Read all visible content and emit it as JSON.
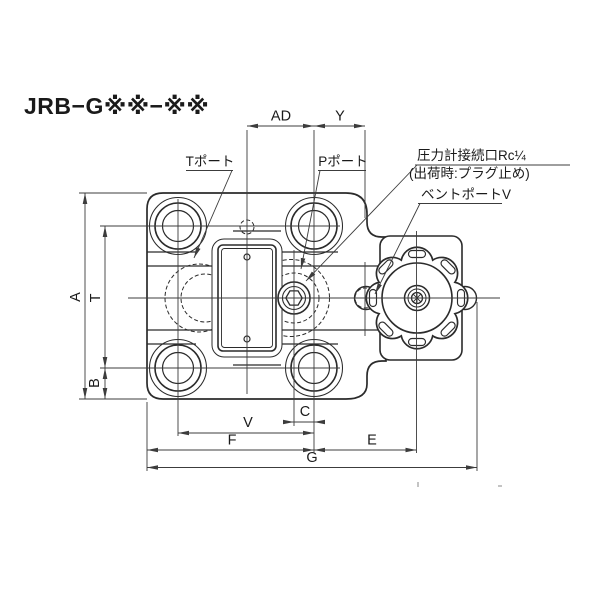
{
  "title": "JRB−G※※−※※",
  "labels": {
    "t_port": "Tポート",
    "p_port": "Pポート",
    "gauge_port": "圧力計接続口Rc¼",
    "gauge_note": "(出荷時:プラグ止め)",
    "vent_port": "ベントポートV"
  },
  "dims": {
    "ad": "AD",
    "y": "Y",
    "a": "A",
    "t": "T",
    "b": "B",
    "c": "C",
    "v": "V",
    "f": "F",
    "e": "E",
    "g": "G"
  },
  "colors": {
    "object_line": "#2b2b2b",
    "thin_line": "#3c3c3c",
    "text": "#1a1a1a",
    "background": "#ffffff"
  }
}
